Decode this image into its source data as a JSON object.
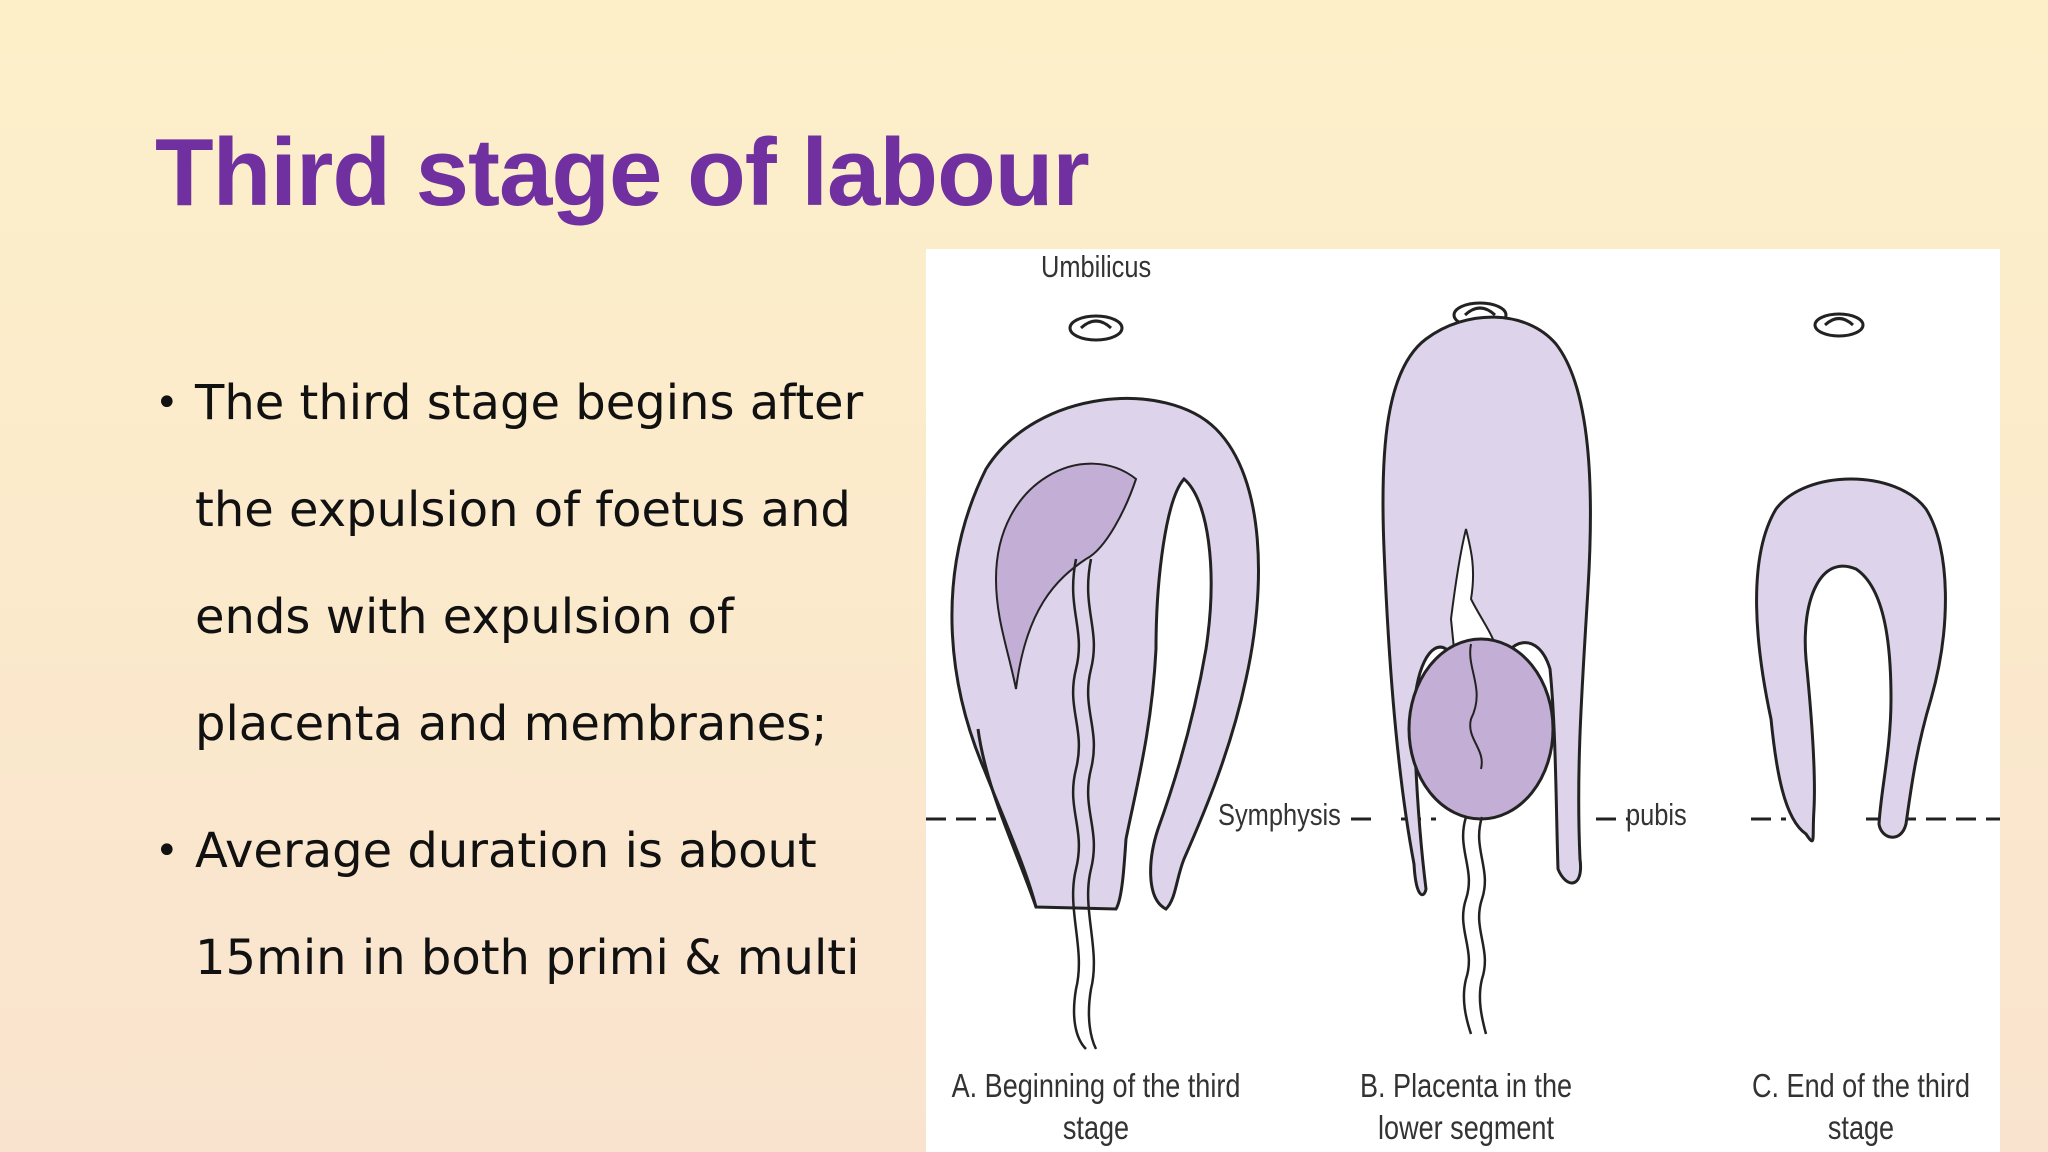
{
  "slide": {
    "title": "Third stage of labour",
    "bullets": [
      "The third stage begins after the expulsion of foetus and ends with expulsion of placenta and membranes;",
      "Average duration is about 15min in both primi & multi"
    ]
  },
  "figure": {
    "labels": {
      "umbilicus": "Umbilicus",
      "symphysis": "Symphysis",
      "pubis": "pubis"
    },
    "captions": {
      "a": "A. Beginning of the third stage",
      "b": "B. Placenta in the lower segment",
      "c": "C. End of the third stage"
    },
    "colors": {
      "uterus_fill": "#ddd3ea",
      "placenta_fill": "#c3aed6",
      "outline": "#222222"
    }
  }
}
